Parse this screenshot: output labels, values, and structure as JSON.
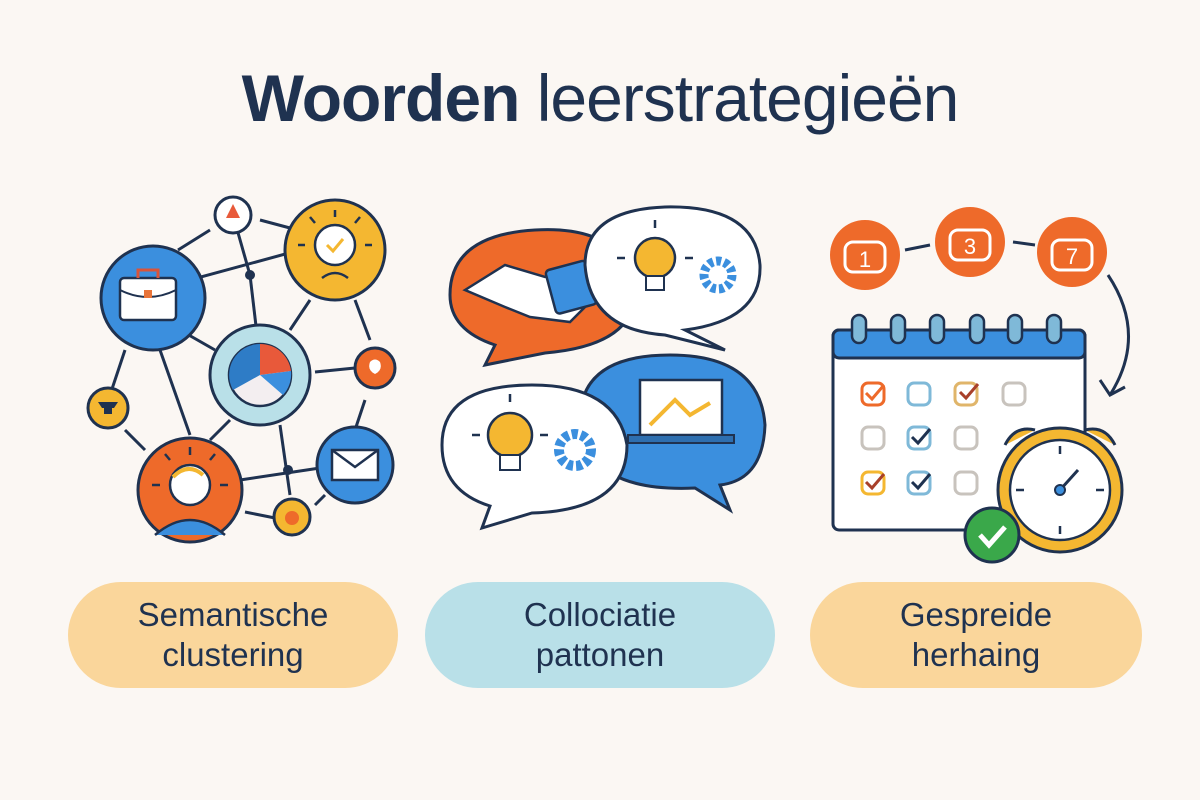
{
  "title": {
    "bold": "Woorden",
    "light": "leerstrategieën"
  },
  "colors": {
    "background": "#fbf7f3",
    "text": "#1f3250",
    "orange": "#ee6a2a",
    "blue": "#3b8fde",
    "yellow": "#f4b731",
    "light_blue": "#b9e0e8",
    "peach": "#fad69b",
    "green": "#3aa84a"
  },
  "panels": [
    {
      "id": "semantic",
      "icons": [
        "briefcase-icon",
        "lightbulb-icon",
        "pie-chart-icon",
        "envelope-icon",
        "person-idea-icon",
        "anvil-icon",
        "flame-icon",
        "pin-icon",
        "warning-icon"
      ],
      "label_line1": "Semantische",
      "label_line2": "clustering",
      "pill_color": "#fad69b"
    },
    {
      "id": "collocation",
      "icons": [
        "handshake-icon",
        "lightbulb-icon",
        "gear-icon",
        "laptop-chart-icon",
        "lightbulb-icon",
        "gear-icon"
      ],
      "label_line1": "Collociatie",
      "label_line2": "pattonen",
      "pill_color": "#b9e0e8"
    },
    {
      "id": "spaced",
      "steps": [
        "1",
        "3",
        "7"
      ],
      "icons": [
        "calendar-icon",
        "alarm-clock-icon",
        "check-circle-icon",
        "arrow-icon"
      ],
      "label_line1": "Gespreide",
      "label_line2": "herhaing",
      "pill_color": "#fad69b"
    }
  ]
}
